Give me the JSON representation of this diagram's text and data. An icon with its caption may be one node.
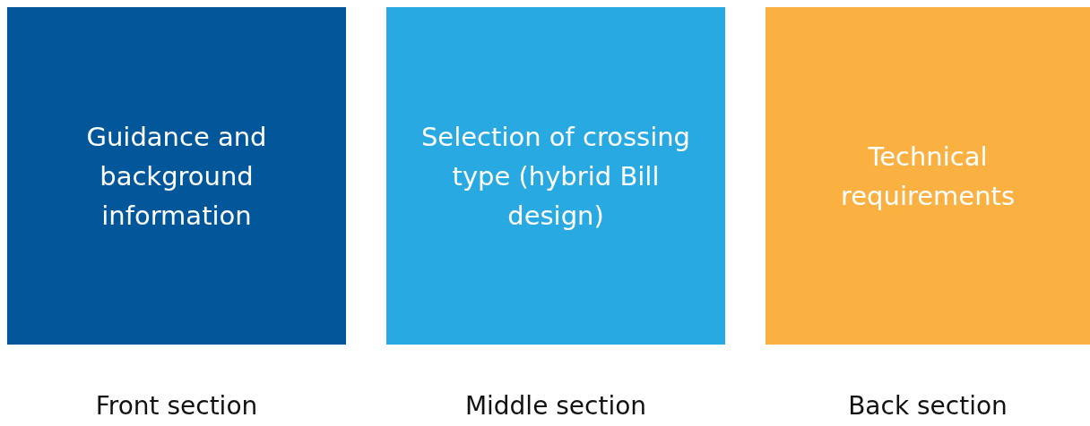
{
  "diagram": {
    "nodes": [
      {
        "text": [
          "Guidance and background information"
        ],
        "beside": [
          "Front section"
        ]
      },
      {
        "text": [
          "Selection of crossing type (hybrid Bill design)"
        ],
        "beside": [
          "Middle section"
        ]
      },
      {
        "text": [
          "Technical requirements"
        ],
        "beside": [
          "Back section"
        ]
      }
    ]
  }
}
